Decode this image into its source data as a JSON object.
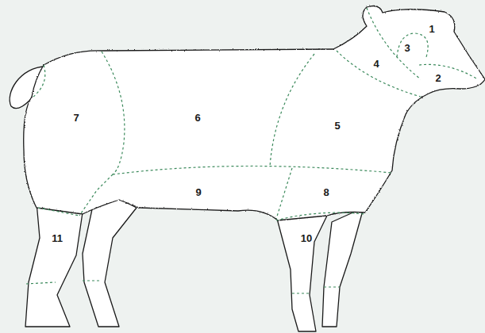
{
  "diagram": {
    "labels": [
      "1",
      "3",
      "4",
      "2",
      "7",
      "6",
      "5",
      "9",
      "8",
      "11",
      "10"
    ]
  }
}
